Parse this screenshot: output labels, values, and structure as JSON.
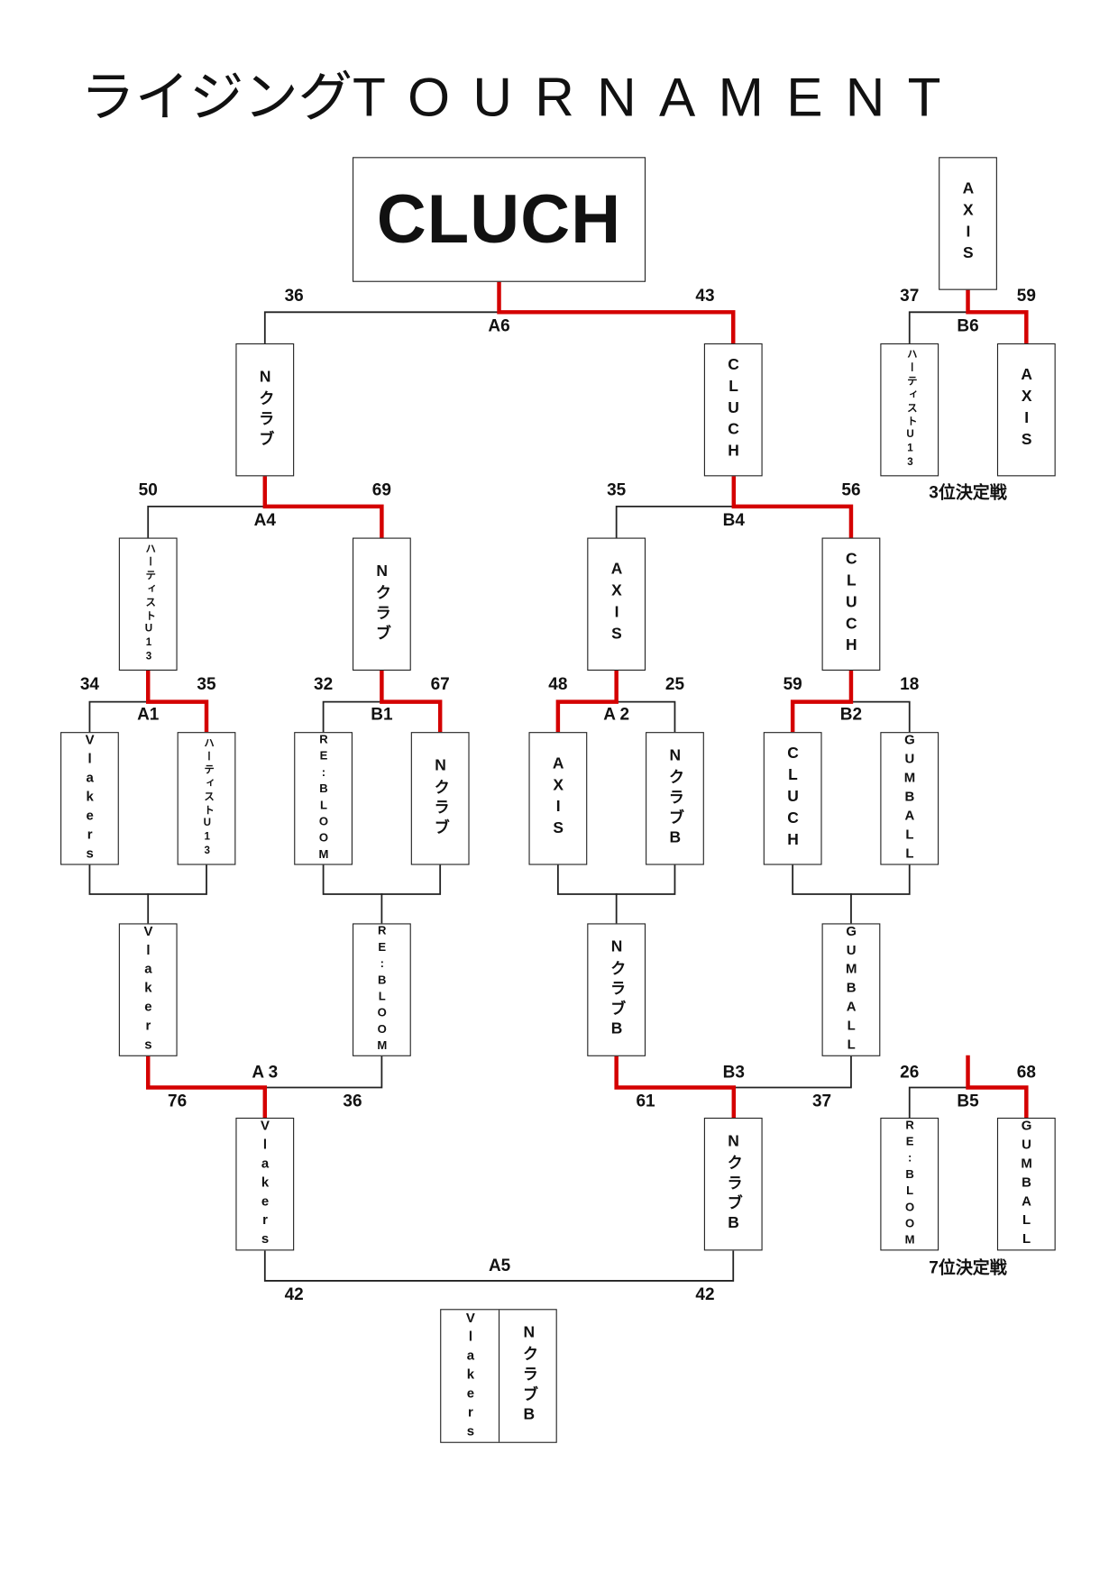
{
  "title": {
    "prefix": "ライジング",
    "suffix": "TOURNAMENT"
  },
  "champion": "CLUCH",
  "third_place": {
    "caption": "3位決定戦",
    "winner": "AXIS"
  },
  "seventh_place": {
    "caption": "7位決定戦"
  },
  "colors": {
    "winner_line": "#d40000",
    "line": "#222222"
  },
  "matches": {
    "A1": {
      "label": "A1",
      "left_team": "Vlakers",
      "right_team": "ハーティストU13",
      "left_score": "34",
      "right_score": "35",
      "winner": "right"
    },
    "B1": {
      "label": "B1",
      "left_team": "RE:BLOOM",
      "right_team": "Nクラブ",
      "left_score": "32",
      "right_score": "67",
      "winner": "right"
    },
    "A2": {
      "label": "A 2",
      "left_team": "AXIS",
      "right_team": "NクラブB",
      "left_score": "48",
      "right_score": "25",
      "winner": "left"
    },
    "B2": {
      "label": "B2",
      "left_team": "CLUCH",
      "right_team": "GUMBALL",
      "left_score": "59",
      "right_score": "18",
      "winner": "left"
    },
    "A4": {
      "label": "A4",
      "left_team": "ハーティストU13",
      "right_team": "Nクラブ",
      "left_score": "50",
      "right_score": "69",
      "winner": "right"
    },
    "B4": {
      "label": "B4",
      "left_team": "AXIS",
      "right_team": "CLUCH",
      "left_score": "35",
      "right_score": "56",
      "winner": "right"
    },
    "A6": {
      "label": "A6",
      "left_team": "Nクラブ",
      "right_team": "CLUCH",
      "left_score": "36",
      "right_score": "43",
      "winner": "right"
    },
    "B6": {
      "label": "B6",
      "left_team": "ハーティストU13",
      "right_team": "AXIS",
      "left_score": "37",
      "right_score": "59",
      "winner": "right"
    },
    "A3": {
      "label": "A 3",
      "left_team": "Vlakers",
      "right_team": "RE:BLOOM",
      "left_score": "76",
      "right_score": "36",
      "winner": "left",
      "advances": "Vlakers"
    },
    "B3": {
      "label": "B3",
      "left_team": "NクラブB",
      "right_team": "GUMBALL",
      "left_score": "61",
      "right_score": "37",
      "winner": "left",
      "advances": "NクラブB"
    },
    "B5": {
      "label": "B5",
      "left_team": "RE:BLOOM",
      "right_team": "GUMBALL",
      "left_score": "26",
      "right_score": "68",
      "winner": "right"
    },
    "A5": {
      "label": "A5",
      "left_team": "Vlakers",
      "right_team": "NクラブB",
      "left_score": "42",
      "right_score": "42",
      "winner": "draw"
    }
  }
}
